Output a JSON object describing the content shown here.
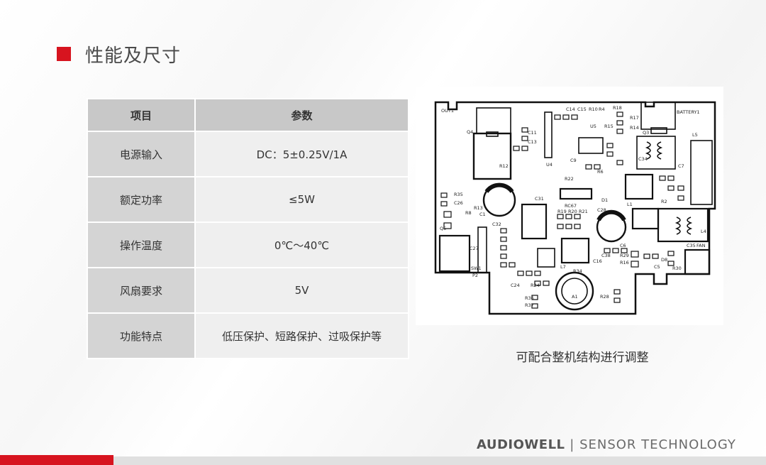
{
  "header": {
    "title": "性能及尺寸"
  },
  "table": {
    "head": [
      "项目",
      "参数"
    ],
    "rows": [
      [
        "电源输入",
        "DC：5±0.25V/1A"
      ],
      [
        "额定功率",
        "≤5W"
      ],
      [
        "操作温度",
        "0℃～40℃"
      ],
      [
        "风扇要求",
        "5V"
      ],
      [
        "功能特点",
        "低压保护、短路保护、过吸保护等"
      ]
    ]
  },
  "pcb": {
    "labels": {
      "out1": "OUT1",
      "battery1": "BATTERY1",
      "q4": "Q4",
      "q3": "Q3",
      "l5": "L5",
      "c11": "C11",
      "c13": "C13",
      "r12": "R12",
      "c14": "C14",
      "c15": "C15",
      "r10": "R10",
      "r4": "R4",
      "u5": "U5",
      "r18": "R18",
      "r17": "R17",
      "r15": "R15",
      "r14": "R14",
      "c9": "C9",
      "u4": "U4",
      "r22": "R22",
      "r6": "R6",
      "c34": "C34",
      "c7": "C7",
      "r35": "R35",
      "c26": "C26",
      "r8": "R8",
      "r13": "R13",
      "c1": "C1",
      "c31": "C31",
      "rc67": "RC67",
      "d1": "D1",
      "l1": "L1",
      "r19": "R19",
      "r20": "R20",
      "r21": "R21",
      "q5": "Q5",
      "c32": "C32",
      "l4": "L4",
      "c27": "C27",
      "sw1": "SW1",
      "p2": "P2",
      "c28": "C28",
      "c6": "C6",
      "r29": "R29",
      "r16": "R16",
      "d8": "D8",
      "r30": "R30",
      "c35": "C35",
      "fan": "FAN",
      "r34": "R34",
      "a1": "A1",
      "r36": "R36",
      "r37": "R37",
      "r28": "R28",
      "r24": "R24",
      "c24": "C24",
      "c16": "C16",
      "l7": "L7",
      "c5": "C5",
      "r2": "R2",
      "c38": "C38"
    }
  },
  "caption": "可配合整机结构进行调整",
  "brand": {
    "name": "AUDIOWELL",
    "separator": "|",
    "tagline": "SENSOR TECHNOLOGY"
  }
}
